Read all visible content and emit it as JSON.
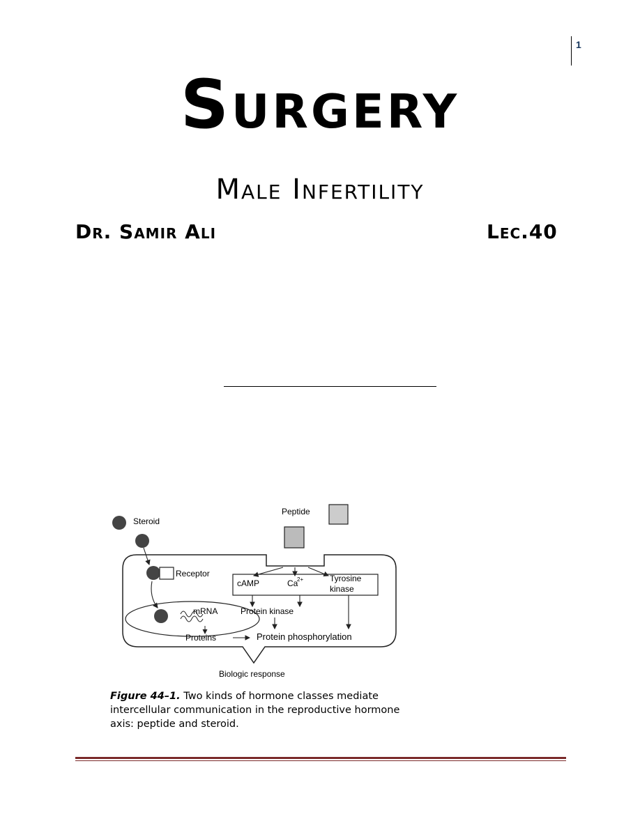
{
  "page_number": "1",
  "title": "Surgery",
  "subtitle": "Male Infertility",
  "author": "Dr. Samir Ali",
  "lecture": "Lec.40",
  "figure": {
    "labels": {
      "steroid": "Steroid",
      "peptide": "Peptide",
      "receptor": "Receptor",
      "camp": "cAMP",
      "ca": "Ca",
      "ca_sup": "2+",
      "tyrosine": "Tyrosine",
      "kinase": "kinase",
      "protein_kinase": "Protein kinase",
      "mrna": "mRNA",
      "proteins": "Proteins",
      "protein_phosphorylation": "Protein phosphorylation",
      "biologic_response": "Biologic response"
    },
    "caption_label": "Figure 44–1.",
    "caption_text": "Two kinds of hormone classes mediate intercellular communication in the reproductive hormone axis: peptide and steroid."
  }
}
